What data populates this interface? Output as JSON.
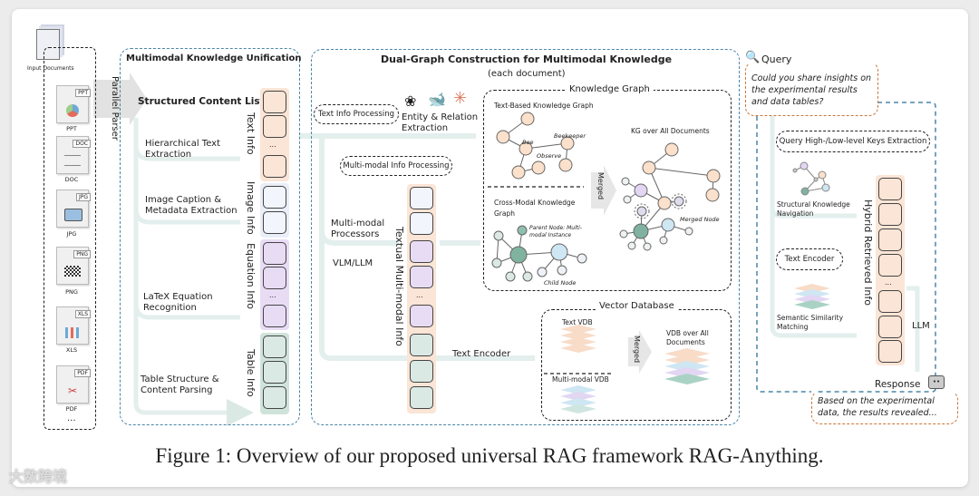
{
  "input": {
    "label": "Input Documents",
    "parser_label": "Parallel Parser",
    "documents": [
      {
        "tag": "PPT",
        "label": "PPT",
        "icon": "pie-chart-icon"
      },
      {
        "tag": "DOC",
        "label": "DOC",
        "icon": "text-lines-icon"
      },
      {
        "tag": "JPG",
        "label": "JPG",
        "icon": "image-icon"
      },
      {
        "tag": "PNG",
        "label": "PNG",
        "icon": "checker-icon"
      },
      {
        "tag": "XLS",
        "label": "XLS",
        "icon": "bar-chart-icon"
      },
      {
        "tag": "PDF",
        "label": "PDF",
        "icon": "pdf-icon"
      }
    ],
    "more": "..."
  },
  "unification": {
    "title": "Multimodal Knowledge Unification",
    "list_title": "Structured Content List",
    "steps": [
      "Hierarchical Text Extraction",
      "Image Caption & Metadata Extraction",
      "LaTeX Equation Recognition",
      "Table Structure & Content Parsing"
    ],
    "column_labels": [
      "Text Info",
      "Image Info",
      "Equation Info",
      "Table Info"
    ],
    "ellipsis": "..."
  },
  "dual_graph": {
    "title": "Dual-Graph Construction for Multimodal Knowledge",
    "subtitle": "(each document)",
    "text_info_processing": "Text Info Processing",
    "entity_relation": "Entity & Relation Extraction",
    "multimodal_info_processing": "Multi-modal Info Processing",
    "multimodal_processors": "Multi-modal Processors",
    "vlm_llm": "VLM/LLM",
    "textual_multimodal_info": "Textual Multi-modal Info",
    "text_encoder": "Text Encoder",
    "knowledge_graph": {
      "title": "Knowledge Graph",
      "text_based": "Text-Based Knowledge Graph",
      "node_bee": "Bee",
      "node_beekeeper": "Beekeeper",
      "edge_observe": "Observe",
      "cross_modal": "Cross-Modal Knowledge Graph",
      "parent_node": "Parent Node: Multi-modal Instance",
      "child_node": "Child Node",
      "merged": "Merged",
      "kg_all": "KG over All Documents",
      "merged_node": "Merged Node"
    },
    "vector_db": {
      "title": "Vector Database",
      "text_vdb": "Text VDB",
      "multimodal_vdb": "Multi-modal VDB",
      "merged": "Merged",
      "vdb_all": "VDB over All Documents"
    }
  },
  "retrieval": {
    "query_label": "Query",
    "query_text": "Could you share insights on the experimental results and data tables?",
    "keys_extraction": "Query High-/Low-level Keys Extraction",
    "structural_nav": "Structural Knowledge Navigation",
    "text_encoder": "Text Encoder",
    "semantic_matching": "Semantic Similarity Matching",
    "hybrid_info": "Hybrid Retrieved Info",
    "ellipsis": "...",
    "llm": "LLM",
    "response_label": "Response",
    "response_text": "Based on the experimental data, the results revealed..."
  },
  "caption": "Figure 1: Overview of our proposed universal RAG framework RAG-Anything.",
  "watermark": "大数跨境",
  "colors": {
    "blue_dash": "#4a86a8",
    "orange_dash": "#c8763a",
    "text_fill": "#fbe5d6",
    "image_fill": "#e9eef8",
    "equation_fill": "#e8dcf5",
    "table_fill": "#dcebe6",
    "arrow": "#e3efec"
  }
}
